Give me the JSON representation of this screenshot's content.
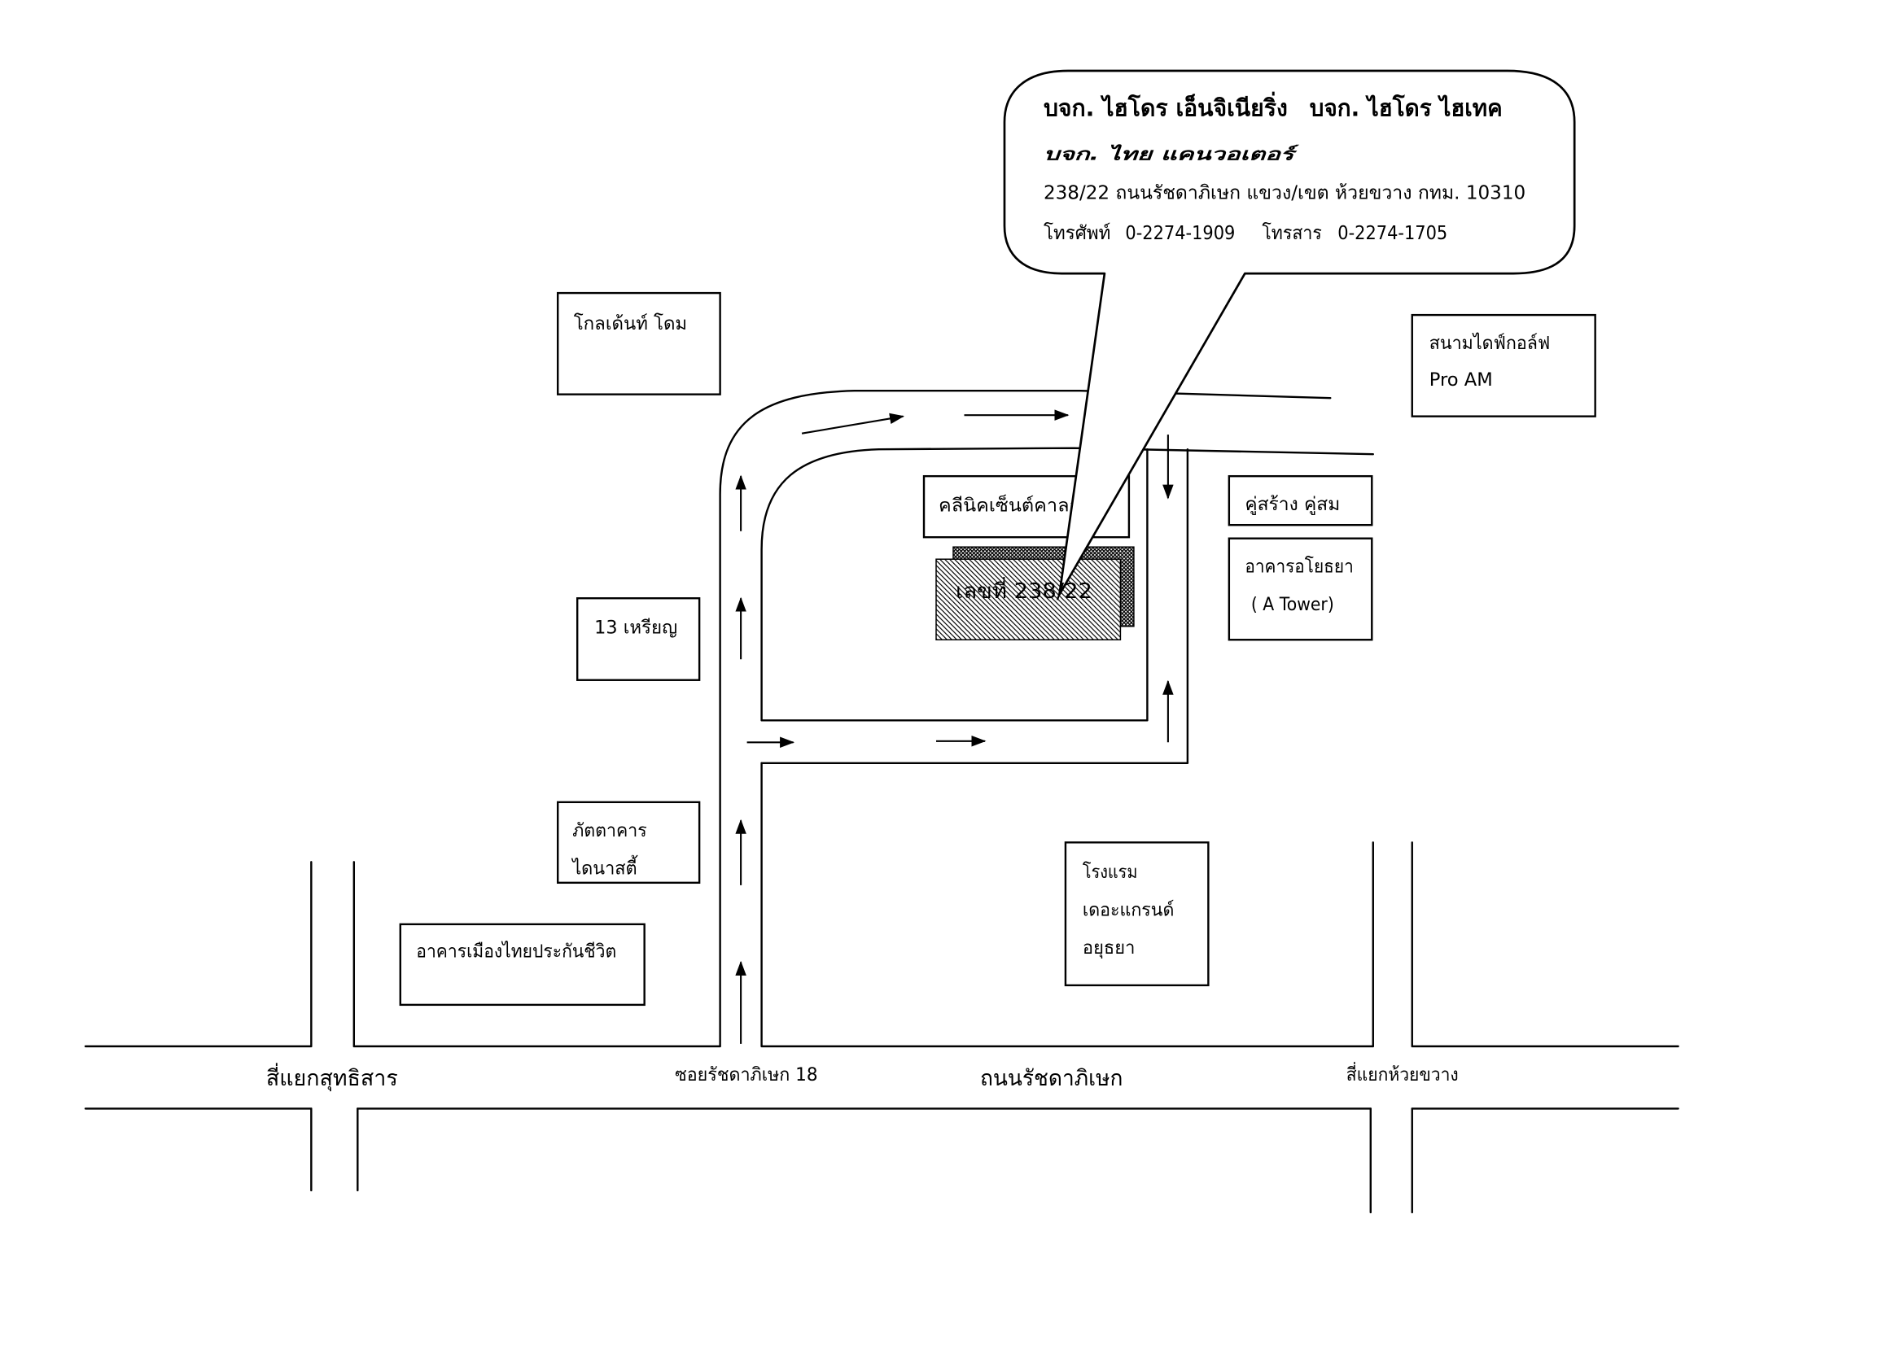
{
  "callout": {
    "company_1": "บจก. ไฮโดร เอ็นจิเนียริ่ง",
    "company_2": "บจก. ไฮโดร ไฮเทค",
    "company_3": "บจก. ไทย แคนวอเตอร์",
    "address": "238/22 ถนนรัชดาภิเษก แขวง/เขต ห้วยขวาง กทม. 10310",
    "phone_label": "โทรศัพท์",
    "phone": "0-2274-1909",
    "fax_label": "โทรสาร",
    "fax": "0-2274-1705"
  },
  "landmarks": {
    "golden_dome": "โกลเด้นท์ โดม",
    "driving_range": [
      "สนามไดฟ์กอล์ฟ",
      "Pro AM"
    ],
    "clinic": "คลีนิคเซ็นต์คาลอส",
    "khu_sang_khu_som": "คู่สร้าง คู่สม",
    "ayutthaya_building": [
      "อาคารอโยธยา",
      "( A Tower)"
    ],
    "thirteen_coins": "13 เหรียญ",
    "dynasty_restaurant": [
      "ภัตตาคาร",
      "ไดนาสตี้"
    ],
    "muang_thai_life": "อาคารเมืองไทยประกันชีวิต",
    "grand_hotel": [
      "โรงแรม",
      "เดอะแกรนด์",
      "อยุธยา"
    ],
    "target_building": "เลขที่ 238/22"
  },
  "roads": {
    "left_intersection": "สี่แยกสุทธิสาร",
    "soi": "ซอยรัชดาภิเษก 18",
    "main_road": "ถนนรัชดาภิเษก",
    "right_intersection": "สี่แยกห้วยขวาง"
  },
  "colors": {
    "ink": "#000000",
    "paper": "#ffffff"
  }
}
